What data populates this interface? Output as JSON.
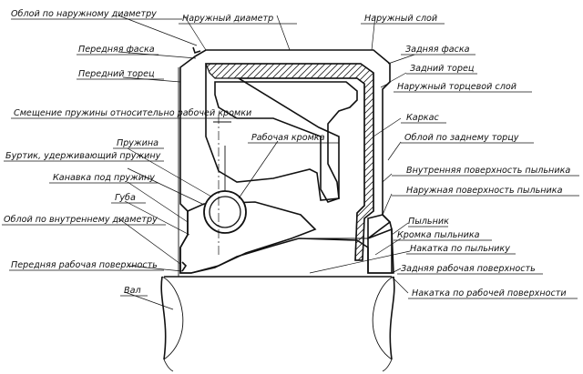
{
  "labels": {
    "outer_diameter_flash": "Облой по наружному диаметру",
    "outer_diameter": "Наружный диаметр",
    "outer_layer": "Наружный слой",
    "front_chamfer": "Передняя фаска",
    "rear_chamfer": "Задняя фаска",
    "front_face": "Передний торец",
    "rear_face": "Задний торец",
    "outer_face_layer": "Наружный торцевой слой",
    "spring_offset": "Смещение пружины относительно рабочей кромки",
    "frame": "Каркас",
    "spring": "Пружина",
    "working_edge": "Рабочая кромка",
    "rear_face_flash": "Облой по заднему торцу",
    "spring_bead": "Буртик, удерживающий пружину",
    "inner_dust_surface": "Внутренняя поверхность пыльника",
    "spring_groove": "Канавка под пружину",
    "outer_dust_surface": "Наружная поверхность пыльника",
    "lip": "Губа",
    "inner_diameter_flash": "Облой по внутреннему диаметру",
    "dust_lip": "Пыльник",
    "dust_lip_edge": "Кромка пыльника",
    "dust_knurl": "Накатка по пыльнику",
    "front_working_surface": "Передняя рабочая поверхность",
    "rear_working_surface": "Задняя рабочая поверхность",
    "shaft": "Вал",
    "working_surface_knurl": "Накатка по рабочей поверхности"
  }
}
